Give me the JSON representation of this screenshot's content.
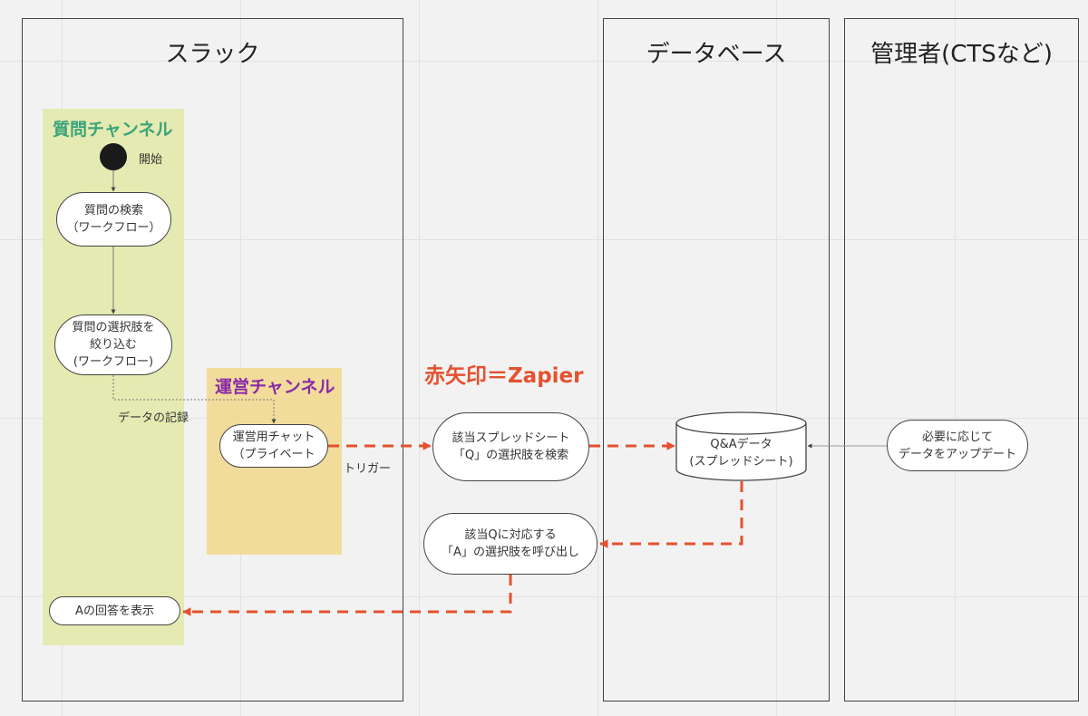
{
  "lanes": {
    "slack": "スラック",
    "database": "データベース",
    "admin": "管理者(CTSなど)"
  },
  "regions": {
    "question_channel": "質問チャンネル",
    "ops_channel": "運営チャンネル"
  },
  "colors": {
    "green_region": "#e5eab2",
    "orange_region": "#f1dc9b",
    "green_text": "#3aa37a",
    "purple_text": "#8a2aa8",
    "red_arrow": "#e4512f"
  },
  "legend": "赤矢印＝Zapier",
  "start_label": "開始",
  "nodes": {
    "search": [
      "質問の検索",
      "（ワークフロー）"
    ],
    "narrow": [
      "質問の選択肢を",
      "絞り込む",
      "(ワークフロー)"
    ],
    "ops_chat": [
      "運営用チャット",
      "（プライベート"
    ],
    "search_q": [
      "該当スプレッドシート",
      "「Q」の選択肢を検索"
    ],
    "qa_data": [
      "Q&Aデータ",
      "(スプレッドシート)"
    ],
    "update": [
      "必要に応じて",
      "データをアップデート"
    ],
    "call_a": [
      "該当Qに対応する",
      "「A」の選択肢を呼び出し"
    ],
    "show_a": [
      "Aの回答を表示"
    ]
  },
  "edge_labels": {
    "record": "データの記録",
    "trigger": "トリガー"
  }
}
